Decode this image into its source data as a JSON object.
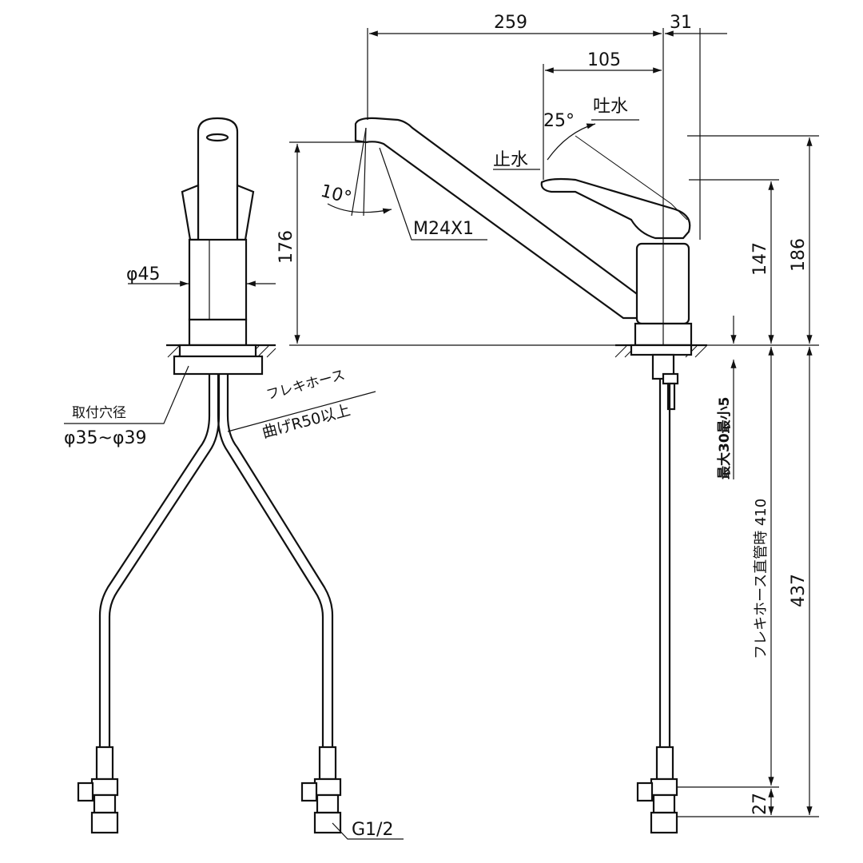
{
  "dimensions": {
    "overall_reach": "259",
    "spout_offset": "31",
    "lever_reach": "105",
    "lever_angle": "25°",
    "discharge": "吐水",
    "stop": "止水",
    "spout_angle": "10°",
    "thread": "M24X1",
    "spout_height": "176",
    "body_height": "147",
    "total_height": "186",
    "body_diameter": "φ45",
    "mount_hole_label": "取付穴径",
    "mount_hole_range": "φ35~φ39",
    "hose_label": "フレキホース",
    "hose_bend": "曲げR50以上",
    "counter_thickness": "最大30最小5",
    "hose_straight": "フレキホース直管時 410",
    "hose_total": "437",
    "fitting_height": "27",
    "connection": "G1/2"
  }
}
